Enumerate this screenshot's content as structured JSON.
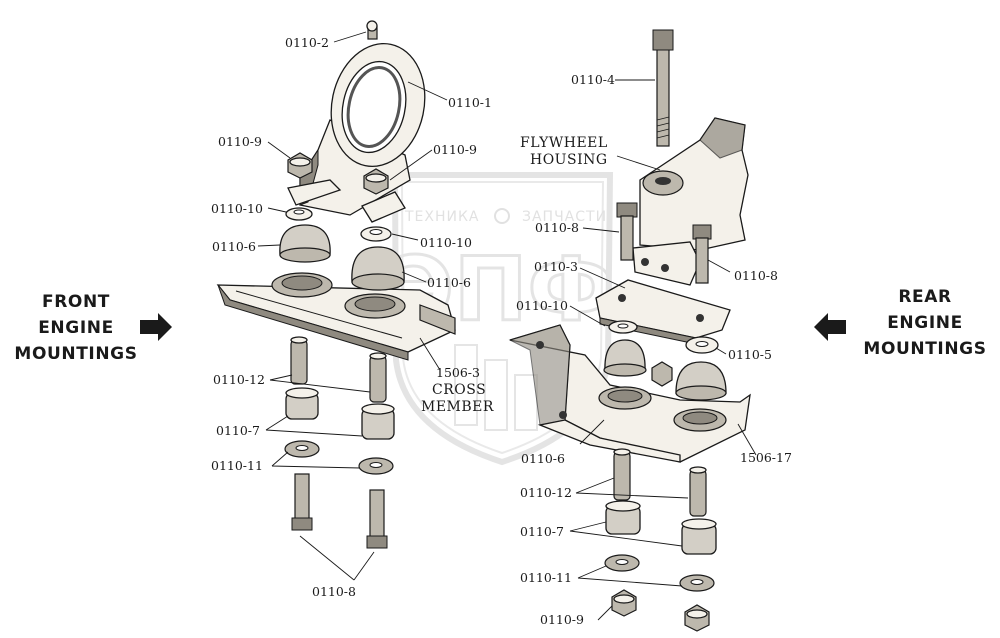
{
  "side_titles": {
    "front": [
      "FRONT",
      "ENGINE",
      "MOUNTINGS"
    ],
    "rear": [
      "REAR",
      "ENGINE",
      "MOUNTINGS"
    ]
  },
  "assembly_labels": {
    "flywheel_housing": [
      "FLYWHEEL",
      "HOUSING"
    ],
    "cross_member": [
      "1506-3",
      "CROSS",
      "MEMBER"
    ],
    "rear_bracket": "1506-17"
  },
  "part_labels": {
    "p0110_2": "0110-2",
    "p0110_1": "0110-1",
    "p0110_4": "0110-4",
    "p0110_9_left": "0110-9",
    "p0110_9_center": "0110-9",
    "p0110_9_bottom": "0110-9",
    "p0110_10_left": "0110-10",
    "p0110_10_center": "0110-10",
    "p0110_10_rear": "0110-10",
    "p0110_6_left": "0110-6",
    "p0110_6_center": "0110-6",
    "p0110_6_rear": "0110-6",
    "p0110_8_flywheel": "0110-8",
    "p0110_8_right": "0110-8",
    "p0110_8_bottom": "0110-8",
    "p0110_3": "0110-3",
    "p0110_5": "0110-5",
    "p0110_12_front": "0110-12",
    "p0110_12_rear": "0110-12",
    "p0110_7_front": "0110-7",
    "p0110_7_rear": "0110-7",
    "p0110_11_front": "0110-11",
    "p0110_11_rear": "0110-11"
  },
  "watermark": {
    "text_left": "ТЕХНИКА",
    "text_right": "ЗАПЧАСТИ",
    "monogram": "ЭПФ"
  },
  "colors": {
    "ink": "#1a1a1a",
    "watermark": "#c9c9c9"
  }
}
